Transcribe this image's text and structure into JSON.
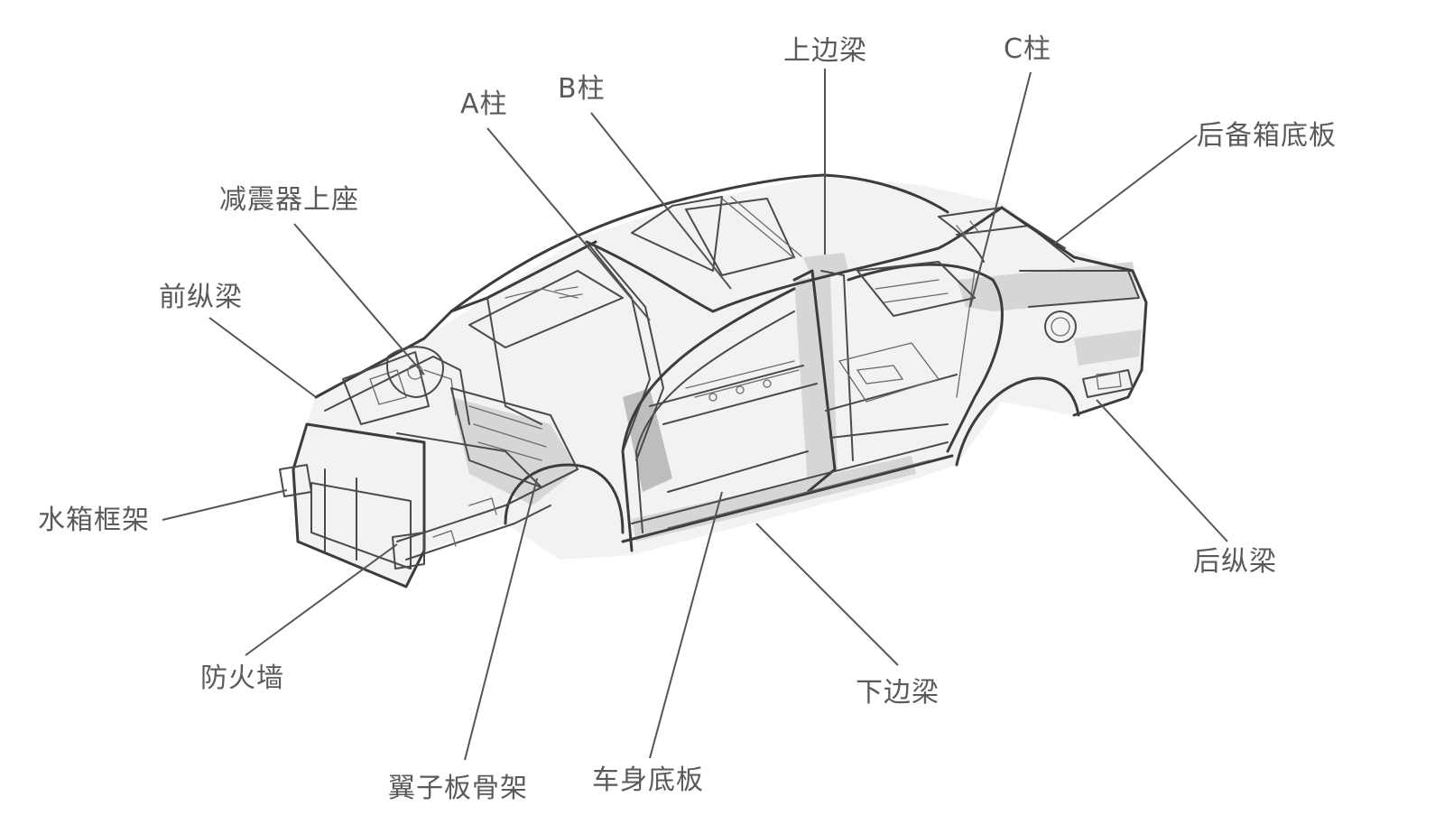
{
  "labels": {
    "a_pillar": "A柱",
    "b_pillar": "B柱",
    "roof_side_rail": "上边梁",
    "c_pillar": "C柱",
    "trunk_floor": "后备箱底板",
    "strut_tower": "减震器上座",
    "front_rail": "前纵梁",
    "radiator_frame": "水箱框架",
    "firewall": "防火墙",
    "fender_frame": "翼子板骨架",
    "body_floor": "车身底板",
    "rocker": "下边梁",
    "rear_rail": "后纵梁"
  },
  "colors": {
    "line": "#3c3c3c",
    "leader": "#555555",
    "label": "#5a5a5a",
    "shade": "#d6d6d6"
  }
}
